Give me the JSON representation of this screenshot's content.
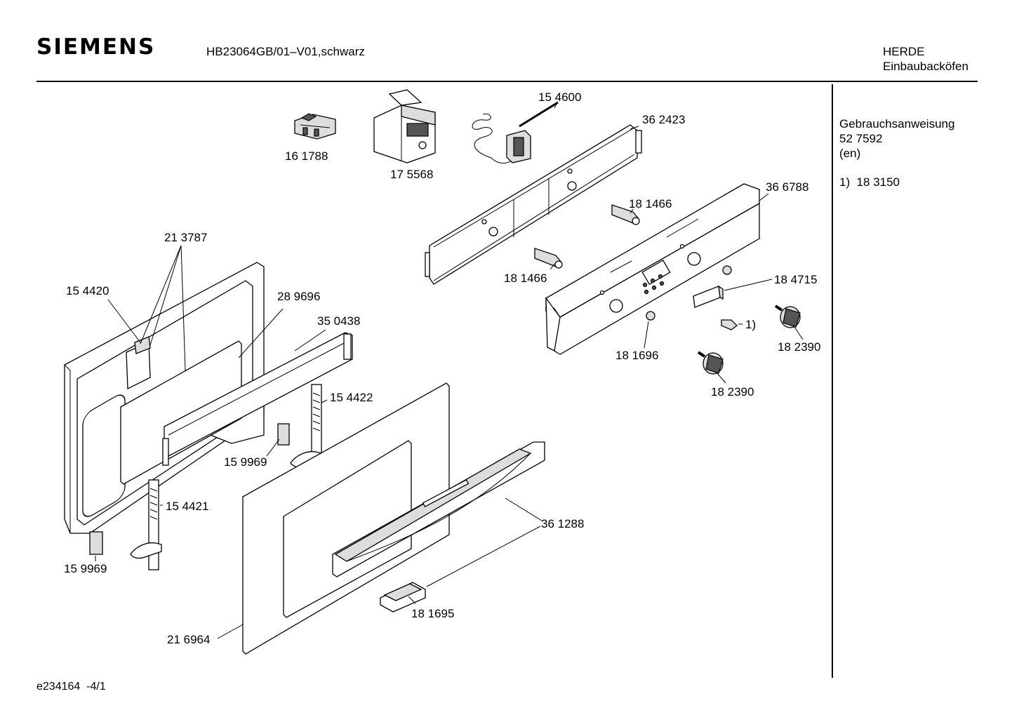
{
  "header": {
    "brand": "SIEMENS",
    "model": "HB23064GB/01–V01,schwarz",
    "category": "HERDE",
    "subcategory": "Einbaubacköfen"
  },
  "side_info": {
    "manual_label": "Gebrauchsanweisung",
    "manual_number": "52 7592",
    "manual_lang": "(en)",
    "footnote": "1)  18 3150"
  },
  "footer": "e234164  -4/1",
  "part_labels": {
    "p161788": "16 1788",
    "p175568": "17 5568",
    "p154600": "15 4600",
    "p362423": "36 2423",
    "p366788": "36 6788",
    "p181466a": "18 1466",
    "p181466b": "18 1466",
    "p184715": "18 4715",
    "p213787": "21 3787",
    "p154420": "15 4420",
    "p289696": "28 9696",
    "p350438": "35 0438",
    "p154422": "15 4422",
    "p159969a": "15 9969",
    "p159969b": "15 9969",
    "p154421": "15 4421",
    "p361288": "36 1288",
    "p181695": "18 1695",
    "p216964": "21 6964",
    "p181696": "18 1696",
    "p182390a": "18 2390",
    "p182390b": "18 2390",
    "p_note1": "1)"
  }
}
